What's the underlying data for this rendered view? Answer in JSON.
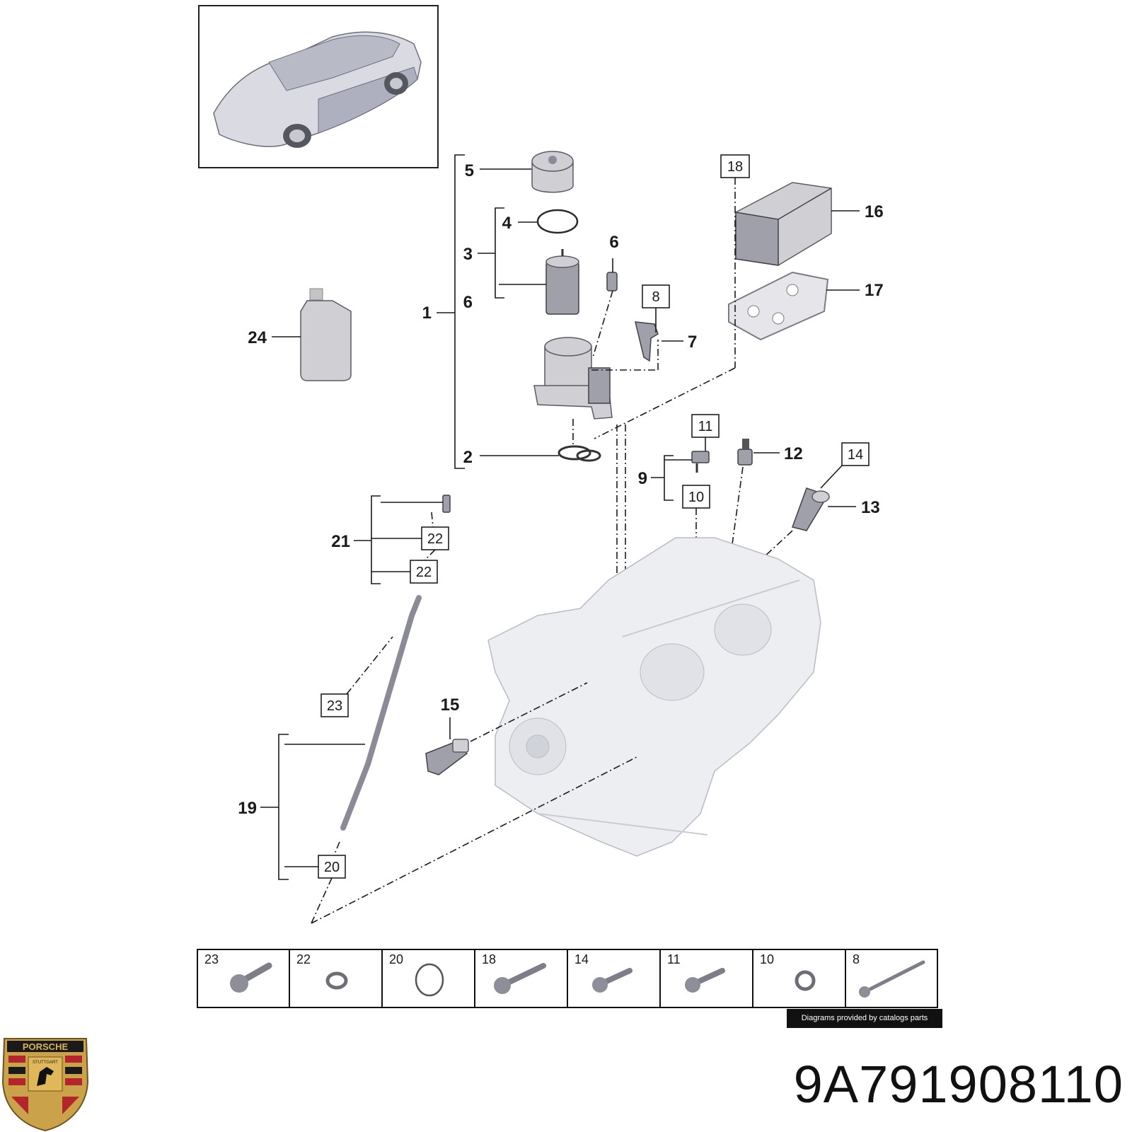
{
  "callouts": {
    "c1": "1",
    "c2": "2",
    "c3": "3",
    "c4": "4",
    "c5": "5",
    "c6a": "6",
    "c6b": "6",
    "c7": "7",
    "c8": "8",
    "c9": "9",
    "c10": "10",
    "c11": "11",
    "c12": "12",
    "c13": "13",
    "c14": "14",
    "c15": "15",
    "c16": "16",
    "c17": "17",
    "c18": "18",
    "c19": "19",
    "c20": "20",
    "c21": "21",
    "c22a": "22",
    "c22b": "22",
    "c23": "23",
    "c24": "24"
  },
  "bolt_strip": [
    "23",
    "22",
    "20",
    "18",
    "14",
    "11",
    "10",
    "8"
  ],
  "credit": "Diagrams provided by catalogs parts",
  "part_number": "9A791908110",
  "logo": {
    "top": "PORSCHE",
    "middle": "STUTTGART"
  }
}
